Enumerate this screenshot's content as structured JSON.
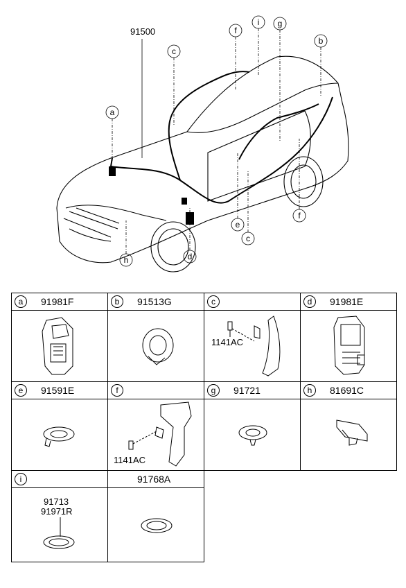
{
  "diagram": {
    "main_part_number": "91500",
    "callouts": [
      "a",
      "b",
      "c",
      "c",
      "d",
      "e",
      "f",
      "f",
      "g",
      "h",
      "i"
    ]
  },
  "parts": [
    {
      "letter": "a",
      "part_number": "91981F",
      "icon": "connector-cover-icon"
    },
    {
      "letter": "b",
      "part_number": "91513G",
      "icon": "grommet-icon"
    },
    {
      "letter": "c",
      "part_number": "",
      "icon": "bracket-bolt-icon",
      "label": "1141AC"
    },
    {
      "letter": "d",
      "part_number": "91981E",
      "icon": "connector-cover-icon"
    },
    {
      "letter": "e",
      "part_number": "91591E",
      "icon": "grommet-icon"
    },
    {
      "letter": "f",
      "part_number": "",
      "icon": "bracket-bolt-icon",
      "label": "1141AC"
    },
    {
      "letter": "g",
      "part_number": "91721",
      "icon": "grommet-icon"
    },
    {
      "letter": "h",
      "part_number": "81691C",
      "icon": "clip-icon"
    },
    {
      "letter": "i",
      "part_number": "",
      "icon": "grommet-icon",
      "labels": [
        "91713",
        "91971R"
      ]
    },
    {
      "letter": "",
      "part_number": "91768A",
      "icon": "grommet-icon"
    }
  ]
}
